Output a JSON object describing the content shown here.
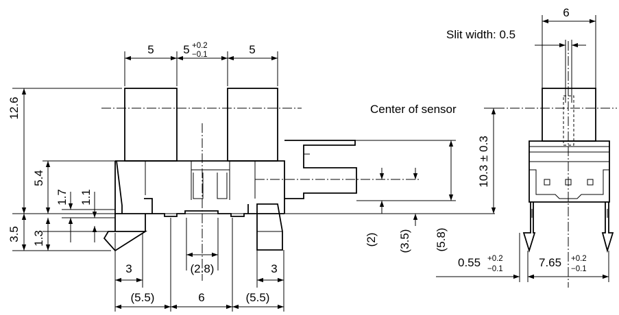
{
  "front_view": {
    "top_dims": {
      "left": "5",
      "middle": "5",
      "middle_tol_plus": "+0.2",
      "middle_tol_minus": "−0.1",
      "right": "5"
    },
    "left_dims": {
      "height_total": "12.6",
      "height_mid": "5.4",
      "d17": "1.7",
      "d11": "1.1",
      "d35": "3.5",
      "d13": "1.3"
    },
    "right_dims": {
      "d2": "(2)",
      "d35": "(3.5)",
      "d58": "(5.8)"
    },
    "bottom_dims": {
      "left_3": "3",
      "left_55": "(5.5)",
      "center_28": "(2.8)",
      "center_6": "6",
      "right_3": "3",
      "right_55": "(5.5)"
    }
  },
  "side_view": {
    "top_width": "6",
    "slit_label": "Slit width: 0.5",
    "center_label": "Center of sensor",
    "height": "10.3 ± 0.3",
    "d055": "0.55",
    "d055_tol_plus": "+0.2",
    "d055_tol_minus": "−0.1",
    "d765": "7.65",
    "d765_tol_plus": "+0.2",
    "d765_tol_minus": "−0.1"
  }
}
